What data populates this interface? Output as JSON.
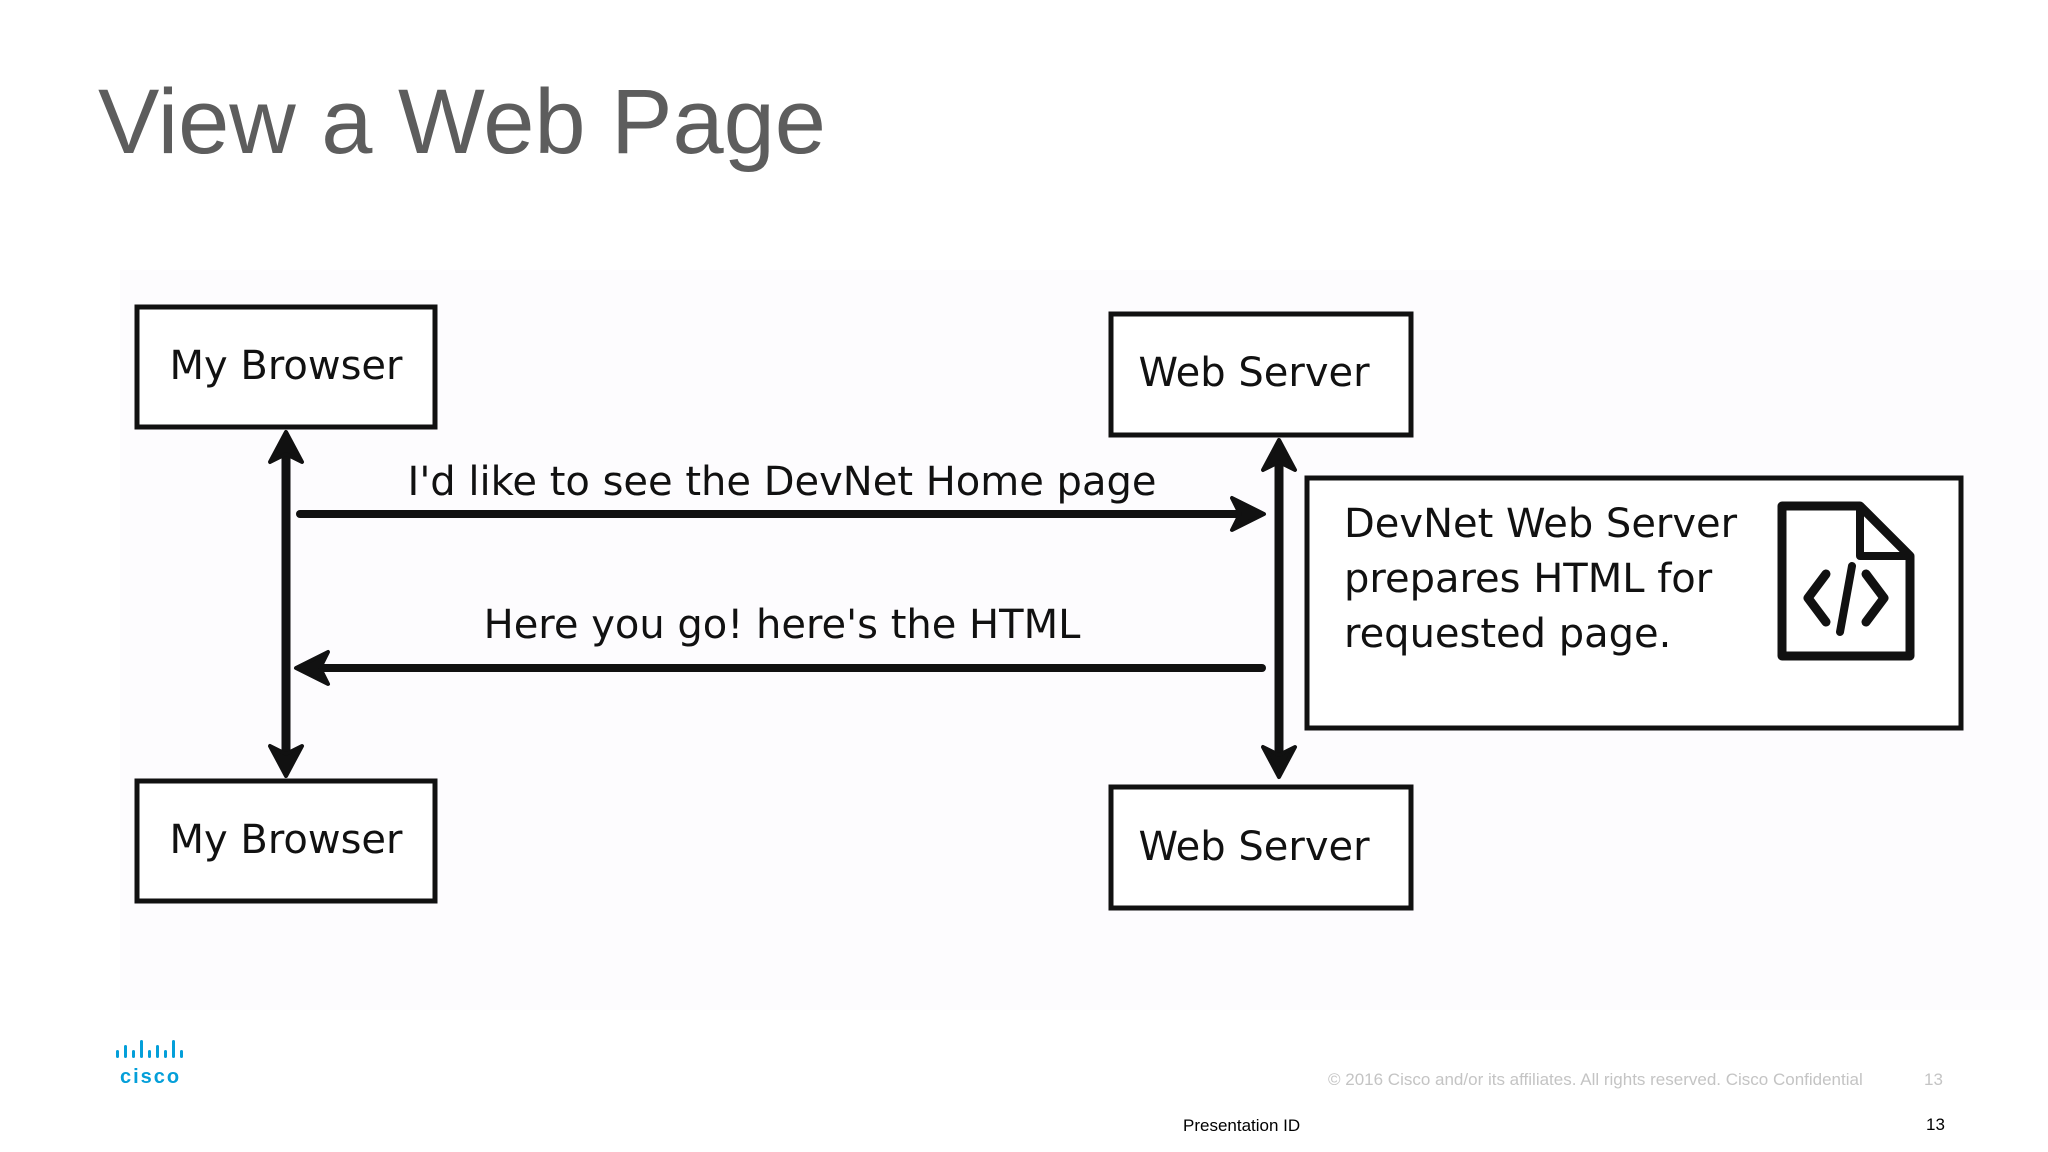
{
  "slide": {
    "title": "View a Web Page"
  },
  "diagram": {
    "browser_top_label": "My Browser",
    "server_top_label": "Web Server",
    "browser_bottom_label": "My Browser",
    "server_bottom_label": "Web Server",
    "request_message": "I'd like to see the DevNet Home page",
    "response_message": "Here you go! here's the HTML",
    "note_lines": [
      "DevNet Web Server",
      "prepares HTML for",
      "requested page."
    ],
    "note_icon": "html-code-file-icon"
  },
  "footer": {
    "logo_text": "cisco",
    "copyright": "© 2016  Cisco and/or its affiliates. All rights reserved.   Cisco Confidential",
    "copyright_page": "13",
    "presentation_id": "Presentation ID",
    "page_number": "13"
  },
  "colors": {
    "title": "#5d5d5d",
    "ink": "#111111",
    "cisco_blue": "#049fd9"
  }
}
